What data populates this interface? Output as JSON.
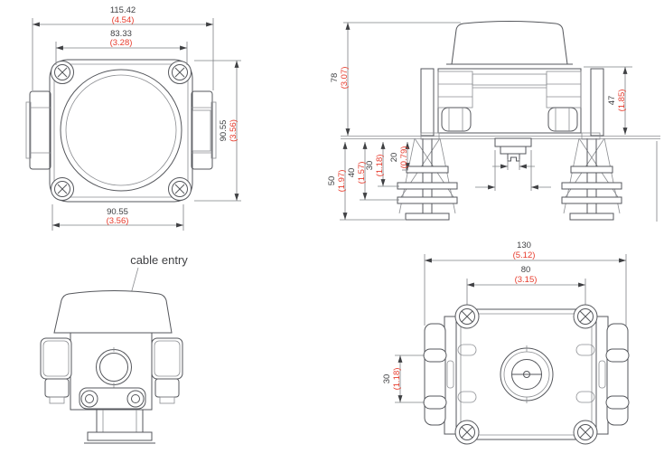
{
  "colors": {
    "object_line": "#55575c",
    "dimension_line": "#7e8084",
    "metric_text": "#3f4043",
    "inch_text": "#e73b2c",
    "background": "#ffffff"
  },
  "views": {
    "top_view": {
      "dim_overall_width": {
        "metric": "115.42",
        "inch": "(4.54)"
      },
      "dim_screw_spacing": {
        "metric": "83.33",
        "inch": "(3.28)"
      },
      "dim_body_height": {
        "metric": "90.55",
        "inch": "(3.56)"
      },
      "dim_body_width": {
        "metric": "90.55",
        "inch": "(3.56)"
      }
    },
    "front_view": {
      "dim_height_above_mount": {
        "metric": "78",
        "inch": "(3.07)"
      },
      "dim_body_height": {
        "metric": "47",
        "inch": "(1.85)"
      },
      "dim_bracket_50": {
        "metric": "50",
        "inch": "(1.97)"
      },
      "dim_bracket_40": {
        "metric": "40",
        "inch": "(1.57)"
      },
      "dim_bracket_30": {
        "metric": "30",
        "inch": "(1.18)"
      },
      "dim_bracket_20": {
        "metric": "20",
        "inch": "(0.79)"
      }
    },
    "side_view": {
      "cable_entry_label": "cable entry"
    },
    "bottom_view": {
      "dim_overall_width": {
        "metric": "130",
        "inch": "(5.12)"
      },
      "dim_screw_spacing": {
        "metric": "80",
        "inch": "(3.15)"
      },
      "dim_side_hole_spacing": {
        "metric": "30",
        "inch": "(1.18)"
      }
    }
  }
}
